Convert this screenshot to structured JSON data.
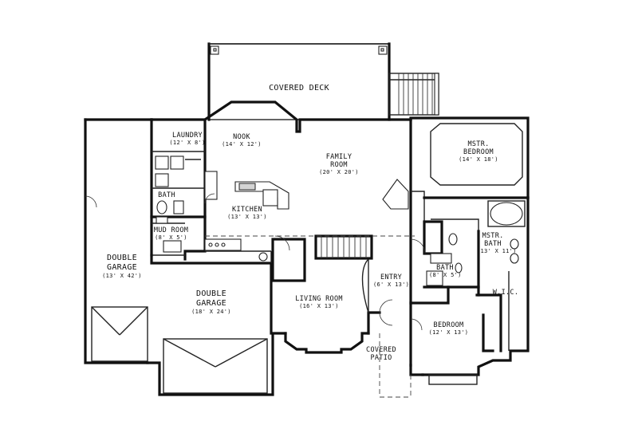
{
  "rooms": {
    "covered_deck": {
      "name": "COVERED DECK"
    },
    "laundry": {
      "name": "LAUNDRY",
      "dim": "(12' X 8')"
    },
    "nook": {
      "name": "NOOK",
      "dim": "(14' X 12')"
    },
    "family_room": {
      "name_line1": "FAMILY",
      "name_line2": "ROOM",
      "dim": "(20' X 20')"
    },
    "master_bedroom": {
      "name_line1": "MSTR.",
      "name_line2": "BEDROOM",
      "dim": "(14' X 18')"
    },
    "bath": {
      "name": "BATH"
    },
    "kitchen": {
      "name": "KITCHEN",
      "dim": "(13' X 13')"
    },
    "mud_room": {
      "name": "MUD ROOM",
      "dim": "(8' X 5')"
    },
    "double_garage_left": {
      "name_line1": "DOUBLE",
      "name_line2": "GARAGE",
      "dim": "(13' X 42')"
    },
    "master_bath": {
      "name_line1": "MSTR.",
      "name_line2": "BATH",
      "dim": "(13' X 11')"
    },
    "bath2": {
      "name": "BATH",
      "dim": "(8' X 5')"
    },
    "entry": {
      "name": "ENTRY",
      "dim": "(6' X 13')"
    },
    "double_garage_center": {
      "name_line1": "DOUBLE",
      "name_line2": "GARAGE",
      "dim": "(18' X 24')"
    },
    "living_room": {
      "name": "LIVING ROOM",
      "dim": "(16' X 13')"
    },
    "wic": {
      "name": "W.I.C."
    },
    "bedroom": {
      "name": "BEDROOM",
      "dim": "(12' X 13')"
    },
    "covered_patio": {
      "name_line1": "COVERED",
      "name_line2": "PATIO"
    }
  }
}
